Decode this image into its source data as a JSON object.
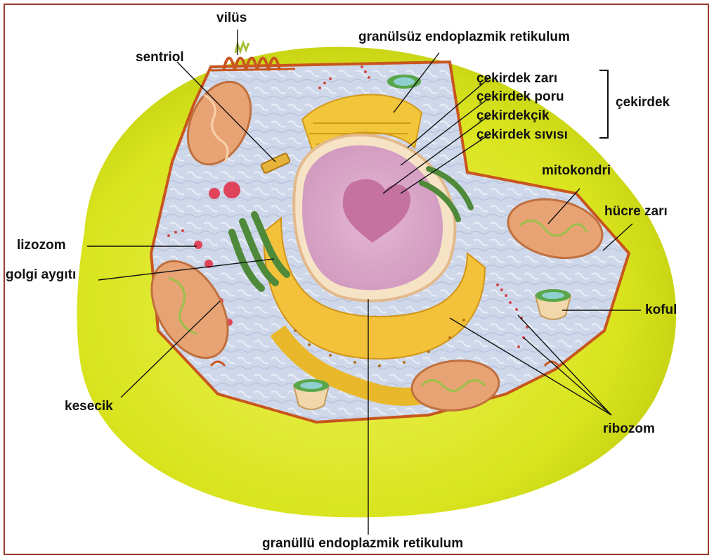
{
  "labels": {
    "vilus": "vilüs",
    "sentriol": "sentriol",
    "granulsuz_er": "granülsüz endoplazmik retikulum",
    "cekirdek_zari": "çekirdek zarı",
    "cekirdek_poru": "çekirdek poru",
    "cekirdekcik": "çekirdekçik",
    "cekirdek_sivisi": "çekirdek sıvısı",
    "cekirdek": "çekirdek",
    "mitokondri": "mitokondri",
    "hucre_zari": "hücre zarı",
    "lizozom": "lizozom",
    "golgi": "golgi aygıtı",
    "koful": "koful",
    "kesecik": "kesecik",
    "ribozom": "ribozom",
    "granullu_er": "granüllü endoplazmik retikulum"
  },
  "colors": {
    "frame": "#9a3a2e",
    "cytoplasm_outer": "#d6e21a",
    "cytoplasm_inner": "#ccd6e8",
    "membrane": "#c8561e",
    "nucleus": "#d9a6c8",
    "nucleolus": "#c0709e",
    "golgi": "#4f8a3a",
    "er": "#f0c030",
    "mitochondria": "#e5a27a"
  }
}
